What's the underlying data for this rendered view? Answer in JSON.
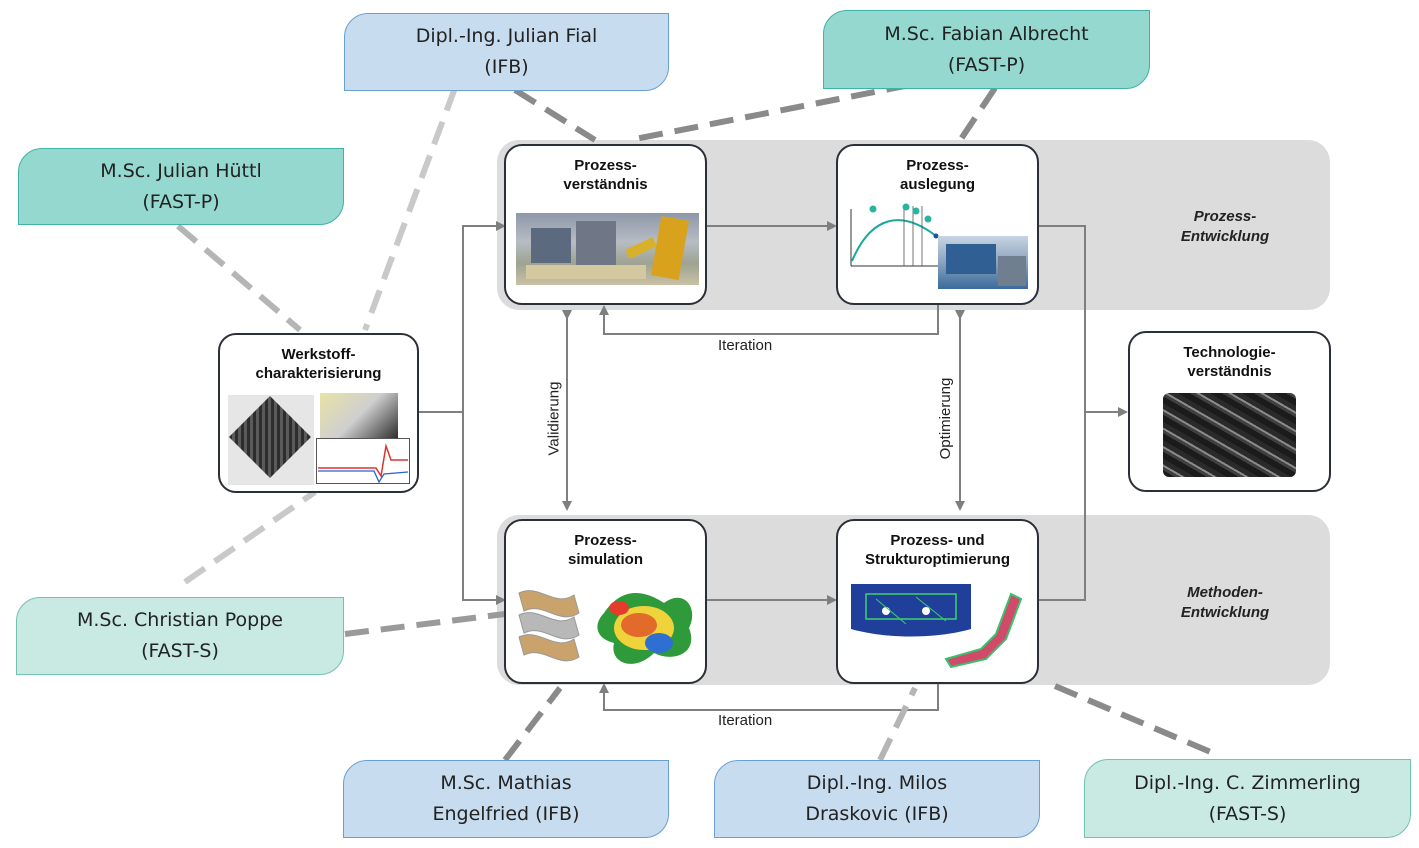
{
  "bands": {
    "prozess_entwicklung": "Prozess-\nEntwicklung",
    "methoden_entwicklung": "Methoden-\nEntwicklung"
  },
  "boxes": {
    "prozessverstaendnis": "Prozess-\nverständnis",
    "prozessauslegung": "Prozess-\nauslegung",
    "werkstoff": "Werkstoff-\ncharakterisierung",
    "technologie": "Technologie-\nverständnis",
    "prozesssimulation": "Prozess-\nsimulation",
    "strukturoptimierung": "Prozess- und\nStrukturoptimierung"
  },
  "flow_labels": {
    "iteration_top": "Iteration",
    "iteration_bottom": "Iteration",
    "validierung": "Validierung",
    "optimierung": "Optimierung"
  },
  "people": [
    {
      "id": "fial",
      "line1": "Dipl.-Ing. Julian Fial",
      "line2": "(IFB)"
    },
    {
      "id": "albrecht",
      "line1": "M.Sc. Fabian Albrecht",
      "line2": "(FAST-P)"
    },
    {
      "id": "huettl",
      "line1": "M.Sc. Julian Hüttl",
      "line2": "(FAST-P)"
    },
    {
      "id": "poppe",
      "line1": "M.Sc. Christian Poppe",
      "line2": "(FAST-S)"
    },
    {
      "id": "engelfried",
      "line1": "M.Sc. Mathias",
      "line2": "Engelfried (IFB)"
    },
    {
      "id": "draskovic",
      "line1": "Dipl.-Ing. Milos",
      "line2": "Draskovic (IFB)"
    },
    {
      "id": "zimmerling",
      "line1": "Dipl.-Ing. C. Zimmerling",
      "line2": "(FAST-S)"
    }
  ],
  "colors": {
    "band": "#dcdcdc",
    "arrow": "#7f7f7f",
    "box_border": "#2b2f38",
    "person_blue": "#c7dcef",
    "person_teal": "#94d8d0",
    "person_light": "#c9eae3"
  }
}
